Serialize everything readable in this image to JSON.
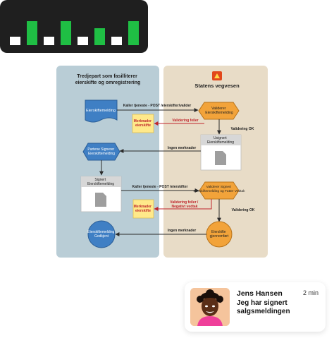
{
  "level_widget": {
    "bars": [
      {
        "level": 0.3,
        "state": "inactive"
      },
      {
        "level": 0.85,
        "state": "active"
      },
      {
        "level": 0.3,
        "state": "inactive"
      },
      {
        "level": 0.85,
        "state": "active"
      },
      {
        "level": 0.3,
        "state": "inactive"
      },
      {
        "level": 0.6,
        "state": "active"
      },
      {
        "level": 0.3,
        "state": "inactive"
      },
      {
        "level": 0.85,
        "state": "active"
      }
    ],
    "colors": {
      "active": "#1fbf44",
      "inactive": "#ffffff",
      "background": "#1f1f1f"
    }
  },
  "diagram": {
    "left_lane_title": "Tredjepart som fasilliterer eierskifte og omregistrering",
    "right_lane_title": "Statens vegvesen",
    "right_lane_logo": "statens-vegvesen-logo",
    "nodes": {
      "eierskiftemelding_doc": "Eierskiftemelding",
      "validerer_1": "Validerer Eierskiftemelding",
      "merknader_1": "Merknader eierskifte",
      "usignert": "Usignert Eierskiftemelding",
      "partene_signerer": "Partene Signerer Eierskiftemelding",
      "signert": "Signert Eierskiftemelding",
      "validerer_2": "Validerer Signert Eierskiftemelding og Fatter Vedtak",
      "merknader_2": "Merknader eierskifte",
      "eierskiftemelding_godkjent": "Eierskiftemelding Godkjent",
      "eierskifte_gjennomfort": "Eierskifte gjennomført"
    },
    "edges": {
      "kaller_1": "Kaller tjeneste - POST /eierskifter/valider",
      "validering_feiler": "Validering feiler",
      "validering_ok_1": "Validering OK",
      "ingen_merknader_1": "Ingen merknader",
      "kaller_2": "Kaller tjeneste - POST /eierskifter",
      "validering_feiler_2": "Validering feiler / Negativt vedtak",
      "validering_ok_2": "Validering OK",
      "ingen_merknader_2": "Ingen merknader"
    },
    "colors": {
      "left_lane": "#b9cdd6",
      "right_lane": "#e8dcc7",
      "blue_node": "#3f7fc4",
      "orange_node": "#f2a33a",
      "note_yellow": "#ffe98a",
      "red_arrow": "#c0262c",
      "doc_gray": "#d7d7d7"
    }
  },
  "notification": {
    "name": "Jens Hansen",
    "time": "2 min",
    "message": "Jeg har signert salgsmeldingen",
    "avatar_icon": "person-avatar"
  }
}
